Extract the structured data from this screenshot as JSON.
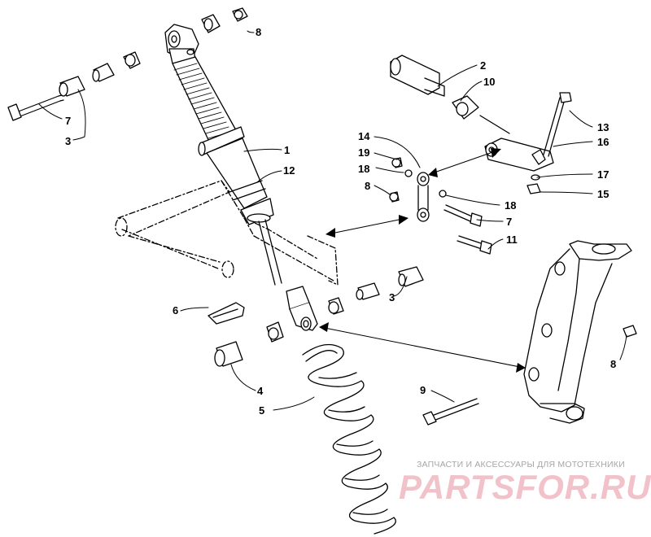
{
  "callouts": [
    {
      "num": "1"
    },
    {
      "num": "12"
    },
    {
      "num": "8"
    },
    {
      "num": "7"
    },
    {
      "num": "3"
    },
    {
      "num": "2"
    },
    {
      "num": "10"
    },
    {
      "num": "13"
    },
    {
      "num": "16"
    },
    {
      "num": "14"
    },
    {
      "num": "19"
    },
    {
      "num": "18"
    },
    {
      "num": "8"
    },
    {
      "num": "18"
    },
    {
      "num": "7"
    },
    {
      "num": "11"
    },
    {
      "num": "17"
    },
    {
      "num": "15"
    },
    {
      "num": "3"
    },
    {
      "num": "6"
    },
    {
      "num": "4"
    },
    {
      "num": "5"
    },
    {
      "num": "9"
    },
    {
      "num": "8"
    }
  ],
  "watermark": {
    "line1": "ЗАПЧАСТИ И АКСЕССУАРЫ ДЛЯ МОТОТЕХНИКИ",
    "line2": "PARTSFOR.RU"
  }
}
